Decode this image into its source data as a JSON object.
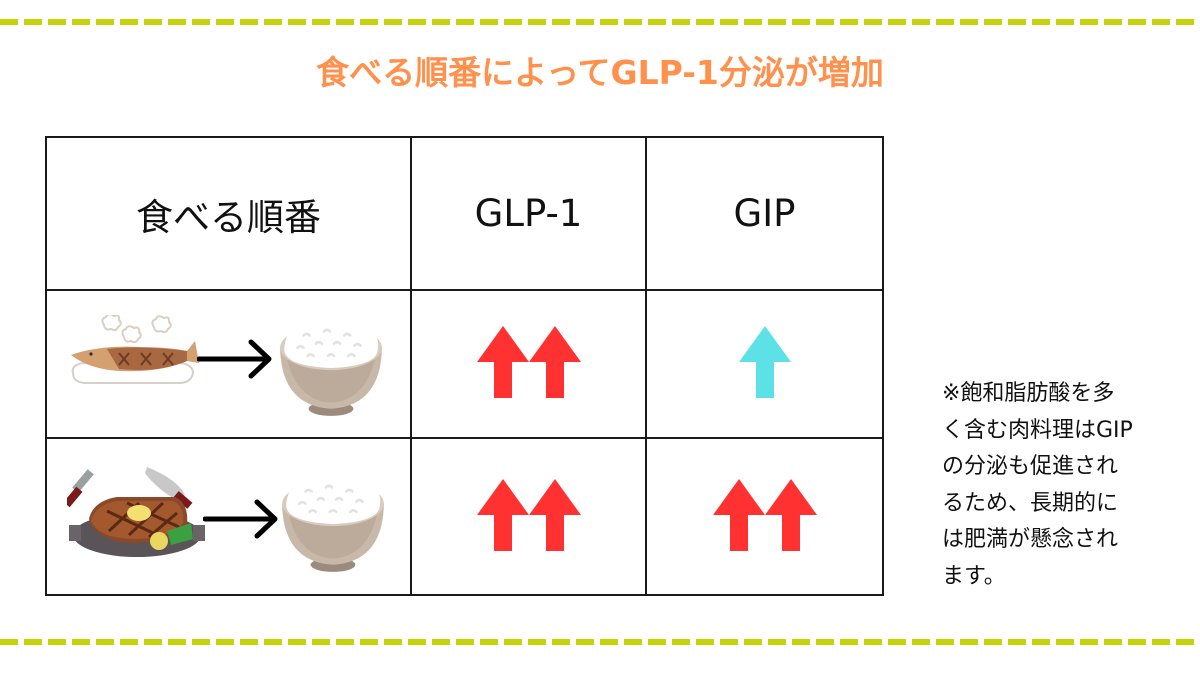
{
  "title": "食べる順番によってGLP-1分泌が増加",
  "colors": {
    "title": "#ff914d",
    "dashed_border": "#c6d30a",
    "arrow_strong": "#ff3131",
    "arrow_weak": "#5ce1e6"
  },
  "table": {
    "headers": [
      "食べる順番",
      "GLP-1",
      "GIP"
    ],
    "rows": [
      {
        "order": {
          "first": "grilled-fish",
          "then": "rice-bowl"
        },
        "glp1": {
          "arrows": 2,
          "color": "red",
          "meaning": "large increase"
        },
        "gip": {
          "arrows": 1,
          "color": "cyan",
          "meaning": "small increase"
        }
      },
      {
        "order": {
          "first": "steak",
          "then": "rice-bowl"
        },
        "glp1": {
          "arrows": 2,
          "color": "red",
          "meaning": "large increase"
        },
        "gip": {
          "arrows": 2,
          "color": "red",
          "meaning": "large increase"
        }
      }
    ]
  },
  "note": {
    "lines": [
      "※飽和脂肪酸を多",
      "く含む肉料理はGIP",
      "の分泌も促進され",
      "るため、長期的に",
      "は肥満が懸念され",
      "ます。"
    ]
  }
}
